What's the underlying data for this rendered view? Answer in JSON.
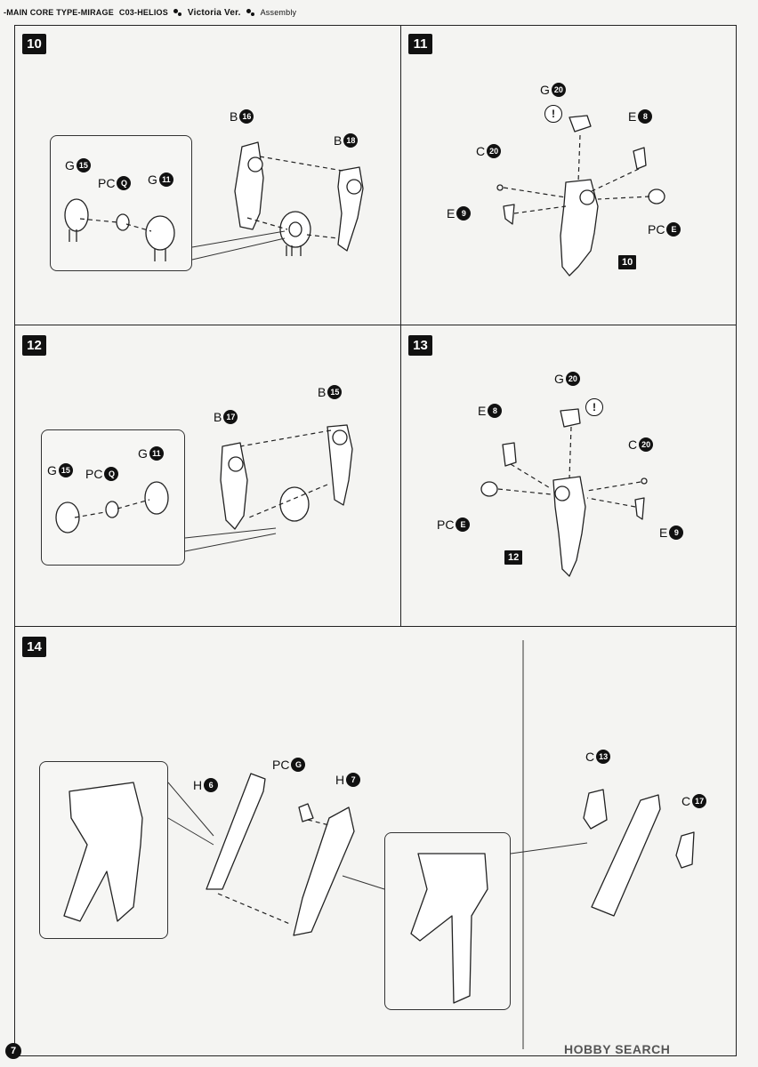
{
  "header": {
    "series": "-MAIN CORE TYPE-MIRAGE",
    "model": "C03-HELIOS",
    "version": "Victoria Ver.",
    "section": "Assembly"
  },
  "steps": {
    "s10": {
      "number": "10",
      "labels": [
        {
          "letter": "B",
          "num": "16"
        },
        {
          "letter": "B",
          "num": "18"
        },
        {
          "letter": "G",
          "num": "15"
        },
        {
          "letter": "PC",
          "num": "Q"
        },
        {
          "letter": "G",
          "num": "11"
        }
      ]
    },
    "s11": {
      "number": "11",
      "labels": [
        {
          "letter": "G",
          "num": "20"
        },
        {
          "letter": "E",
          "num": "8"
        },
        {
          "letter": "C",
          "num": "20"
        },
        {
          "letter": "E",
          "num": "9"
        },
        {
          "letter": "PC",
          "num": "E"
        }
      ],
      "ref": "10"
    },
    "s12": {
      "number": "12",
      "labels": [
        {
          "letter": "B",
          "num": "15"
        },
        {
          "letter": "B",
          "num": "17"
        },
        {
          "letter": "G",
          "num": "15"
        },
        {
          "letter": "PC",
          "num": "Q"
        },
        {
          "letter": "G",
          "num": "11"
        }
      ]
    },
    "s13": {
      "number": "13",
      "labels": [
        {
          "letter": "G",
          "num": "20"
        },
        {
          "letter": "E",
          "num": "8"
        },
        {
          "letter": "C",
          "num": "20"
        },
        {
          "letter": "PC",
          "num": "E"
        },
        {
          "letter": "E",
          "num": "9"
        }
      ],
      "ref": "12"
    },
    "s14": {
      "number": "14",
      "labels": [
        {
          "letter": "H",
          "num": "6"
        },
        {
          "letter": "PC",
          "num": "G"
        },
        {
          "letter": "H",
          "num": "7"
        },
        {
          "letter": "C",
          "num": "13"
        },
        {
          "letter": "C",
          "num": "17"
        }
      ]
    }
  },
  "caution_mark": "!",
  "footer": {
    "page_number": "7",
    "watermark": "HOBBY SEARCH"
  }
}
